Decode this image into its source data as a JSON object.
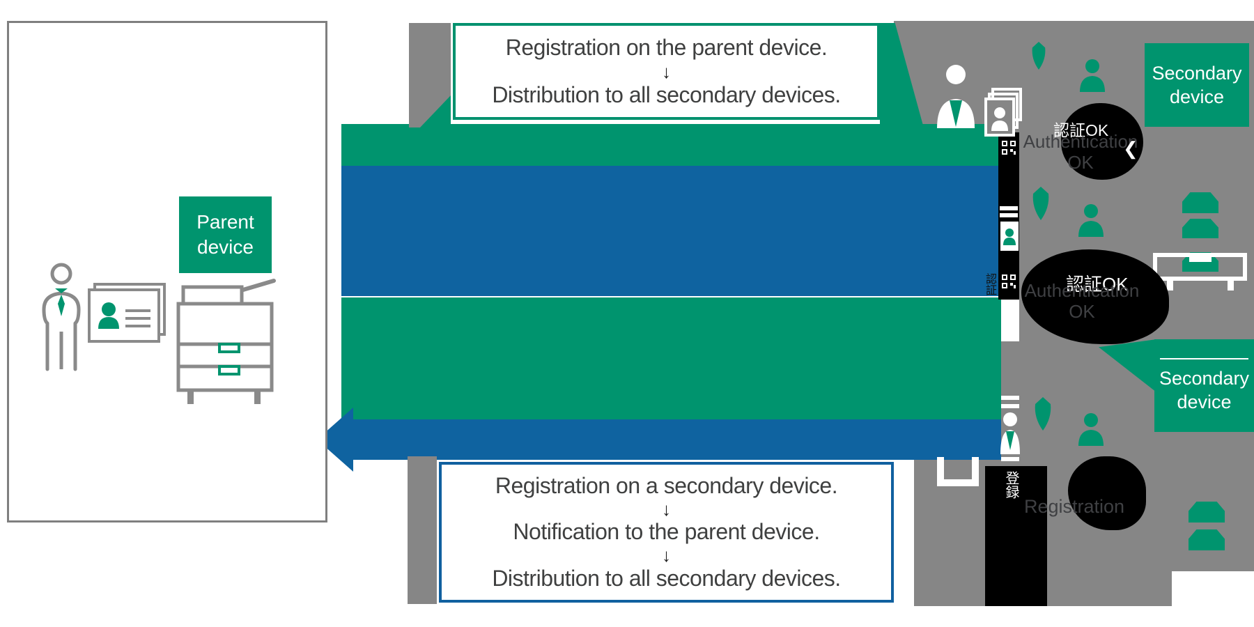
{
  "colors": {
    "green": "#00946E",
    "blue": "#0F63A0",
    "panel_gray": "#868686",
    "border_gray": "#7F7F7F",
    "text_dark": "#3F4040",
    "black": "#000000",
    "white": "#FFFFFF"
  },
  "left_scene": {
    "device_badge": "Parent device"
  },
  "flow_top": {
    "line1": "Registration on the parent device.",
    "arrow": "↓",
    "line2": "Distribution to all secondary devices."
  },
  "flow_bottom": {
    "line1": "Registration on a secondary device.",
    "arrow1": "↓",
    "line2": "Notification to the parent device.",
    "arrow2": "↓",
    "line3": "Distribution to all secondary devices."
  },
  "station_top": {
    "auth_jp": "認証OK",
    "auth_line1": "Authentication",
    "auth_line2": "OK",
    "chevron": "❮",
    "label_line1": "Secondary",
    "label_line2": "device"
  },
  "station_middle": {
    "auth_jp": "認証OK",
    "auth_line1": "Authentication",
    "auth_line2": "OK",
    "label_line1": "Secondary",
    "label_line2": "device"
  },
  "station_bottom": {
    "register_jp": "登録",
    "register_label": "Registration"
  },
  "icon_strip": {
    "auth_jp": "認証"
  }
}
